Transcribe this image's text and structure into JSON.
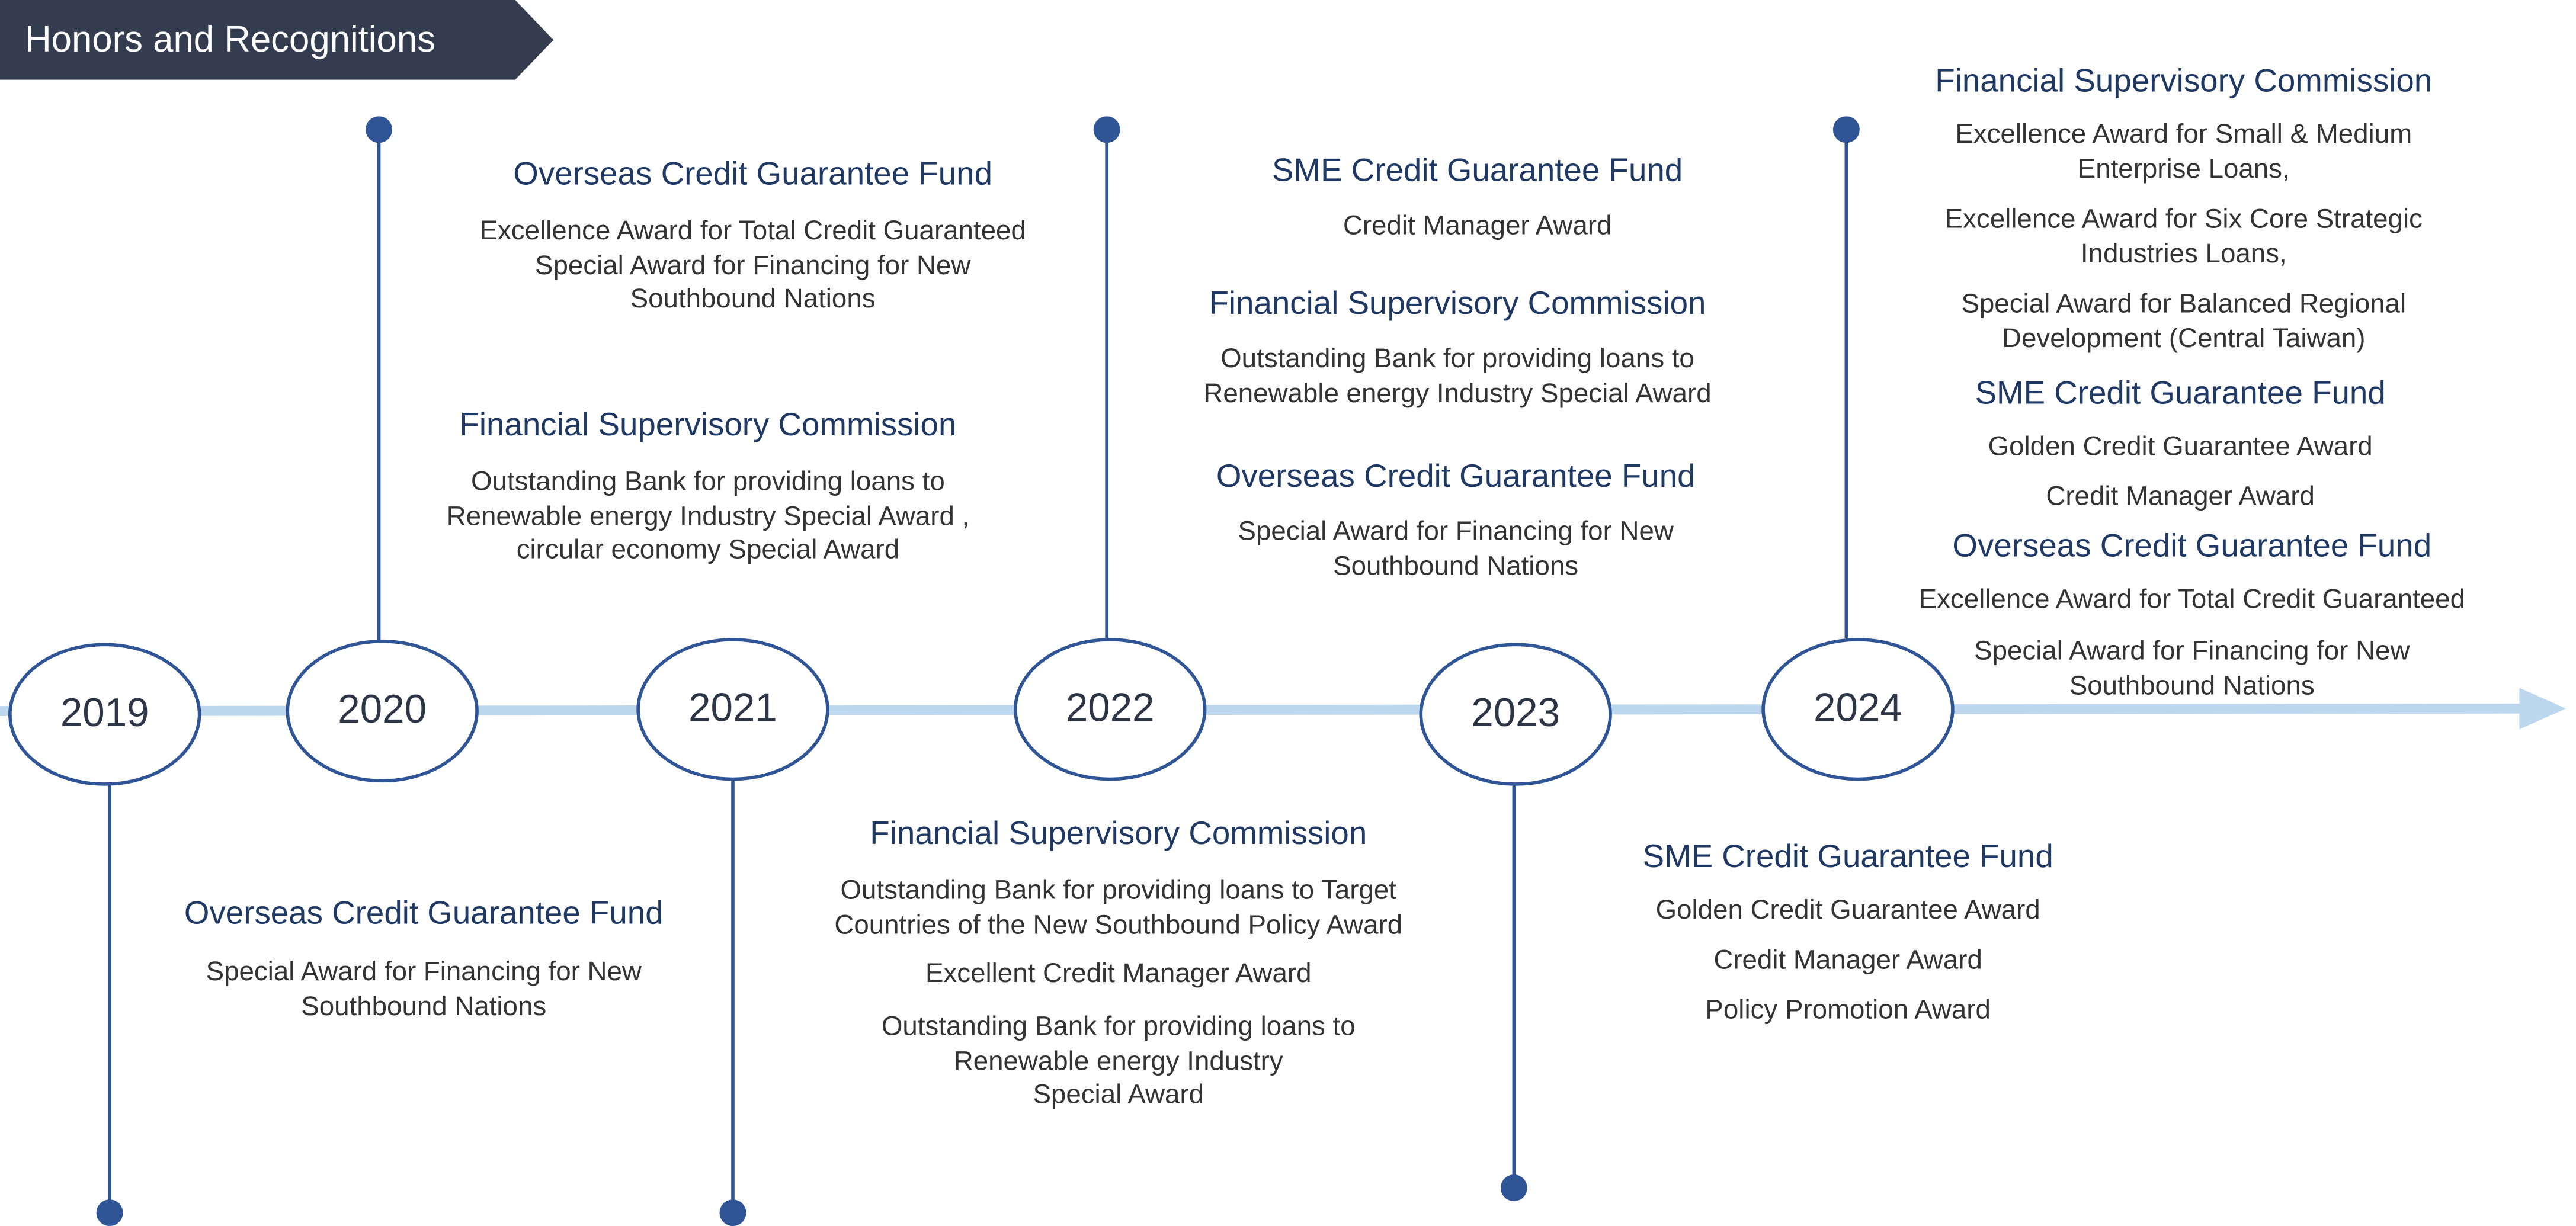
{
  "header": {
    "title": "Honors and Recognitions"
  },
  "colors": {
    "banner": "#333d4f",
    "axis": "#bdd7ee",
    "accent": "#2f5597",
    "org_text": "#1f3864",
    "award_text": "#333333"
  },
  "years": [
    {
      "year": "2019",
      "orgs": [
        {
          "org": "Overseas Credit Guarantee Fund",
          "awards": [
            "Special Award for Financing for New\nSouthbound Nations"
          ]
        }
      ]
    },
    {
      "year": "2020",
      "orgs": [
        {
          "org": "Overseas Credit Guarantee Fund",
          "awards": [
            "Excellence Award for Total Credit Guaranteed\nSpecial Award for Financing for New\nSouthbound Nations"
          ]
        },
        {
          "org": "Financial Supervisory Commission",
          "awards": [
            "Outstanding Bank for providing loans to\nRenewable energy Industry Special Award ,\ncircular economy Special Award"
          ]
        }
      ]
    },
    {
      "year": "2021",
      "orgs": [
        {
          "org": "Financial Supervisory Commission",
          "awards": [
            "Outstanding Bank for providing loans to Target\nCountries of the New Southbound Policy Award",
            "Excellent Credit Manager Award",
            "Outstanding Bank for providing loans to\nRenewable energy Industry\nSpecial Award"
          ]
        }
      ]
    },
    {
      "year": "2022",
      "orgs": [
        {
          "org": "SME Credit Guarantee Fund",
          "awards": [
            "Credit Manager Award"
          ]
        },
        {
          "org": "Financial Supervisory Commission",
          "awards": [
            "Outstanding Bank for providing loans to\nRenewable energy Industry Special Award"
          ]
        },
        {
          "org": "Overseas Credit Guarantee Fund",
          "awards": [
            "Special Award for Financing for New\nSouthbound Nations"
          ]
        }
      ]
    },
    {
      "year": "2023",
      "orgs": [
        {
          "org": "SME Credit Guarantee Fund",
          "awards": [
            "Golden Credit Guarantee Award",
            "Credit Manager Award",
            "Policy Promotion Award"
          ]
        }
      ]
    },
    {
      "year": "2024",
      "orgs": [
        {
          "org": "Financial Supervisory Commission",
          "awards": [
            "Excellence Award for Small & Medium\nEnterprise Loans,",
            "Excellence Award for Six Core Strategic\nIndustries Loans,",
            "Special Award for Balanced Regional\nDevelopment (Central Taiwan)"
          ]
        },
        {
          "org": "SME Credit Guarantee Fund",
          "awards": [
            "Golden Credit Guarantee Award",
            "Credit Manager Award"
          ]
        },
        {
          "org": "Overseas Credit Guarantee Fund",
          "awards": [
            "Excellence Award for Total Credit Guaranteed",
            "Special Award for Financing for New\nSouthbound Nations"
          ]
        }
      ]
    }
  ]
}
